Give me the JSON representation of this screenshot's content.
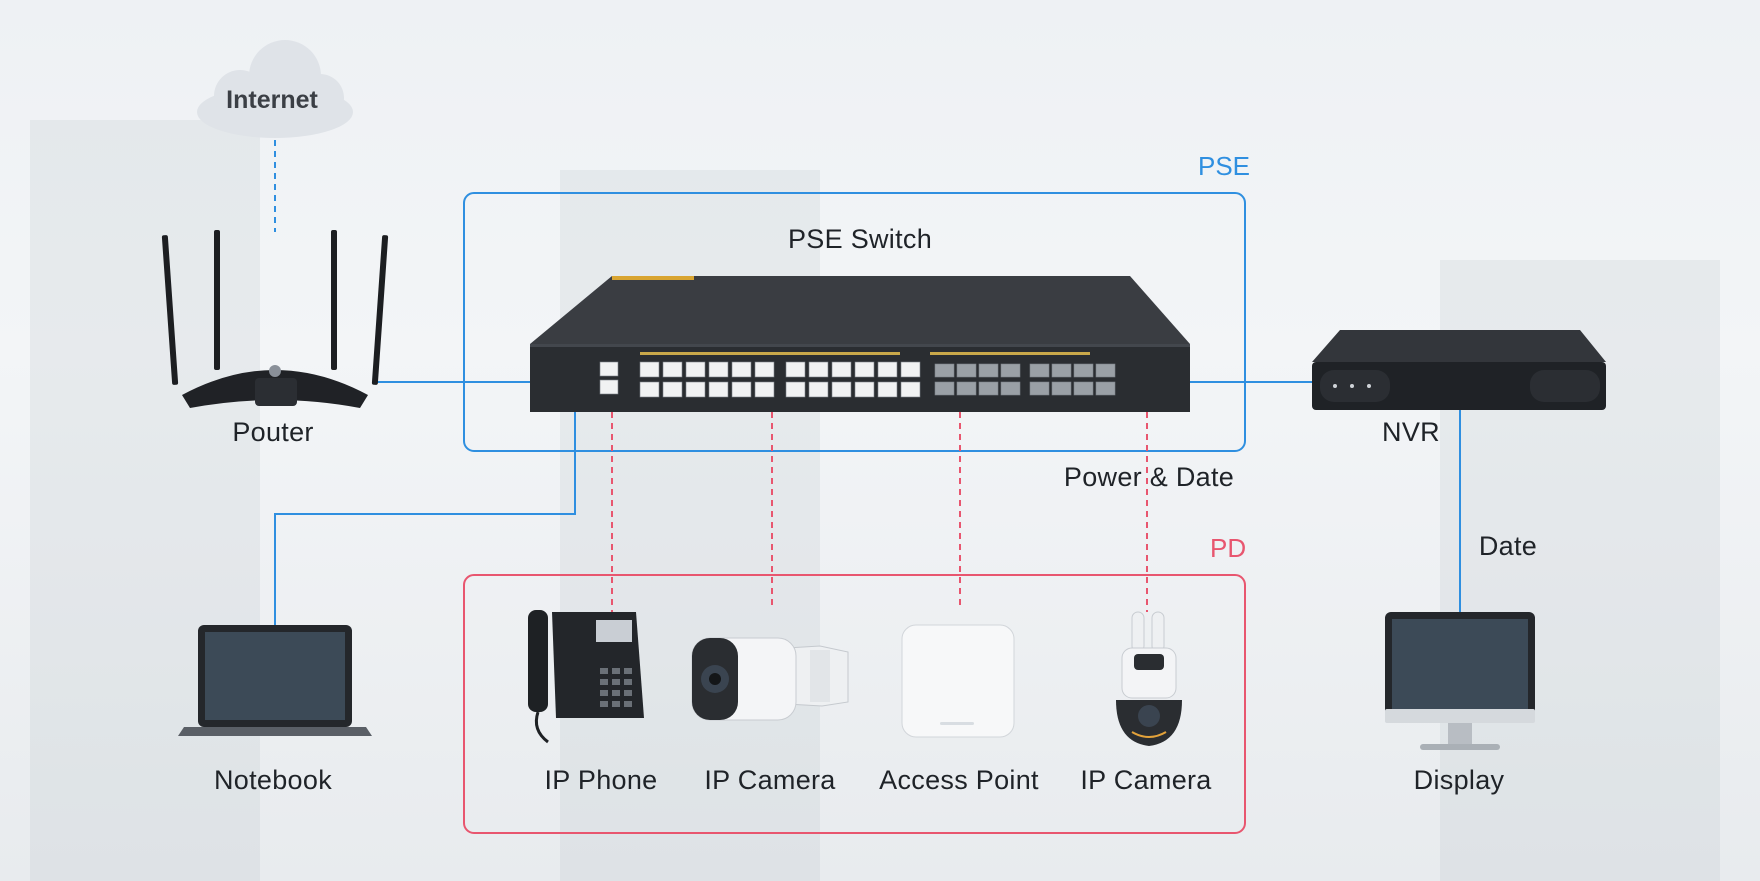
{
  "groups": {
    "pse": {
      "label": "PSE",
      "color": "#2f8fe0"
    },
    "pd": {
      "label": "PD",
      "color": "#e8566f"
    }
  },
  "nodes": {
    "internet": {
      "label": "Internet",
      "icon": "cloud-icon"
    },
    "router": {
      "label": "Pouter",
      "icon": "router-icon"
    },
    "switch": {
      "label": "PSE Switch",
      "icon": "poe-switch-icon"
    },
    "nvr": {
      "label": "NVR",
      "icon": "nvr-icon"
    },
    "notebook": {
      "label": "Notebook",
      "icon": "laptop-icon"
    },
    "ip_phone": {
      "label": "IP Phone",
      "icon": "ip-phone-icon"
    },
    "ip_camera_1": {
      "label": "IP Camera",
      "icon": "bullet-camera-icon"
    },
    "access_point": {
      "label": "Access Point",
      "icon": "access-point-icon"
    },
    "ip_camera_2": {
      "label": "IP Camera",
      "icon": "ptz-camera-icon"
    },
    "display": {
      "label": "Display",
      "icon": "monitor-icon"
    }
  },
  "edges": {
    "power_data": {
      "label": "Power & Date"
    },
    "nvr_display": {
      "label": "Date"
    }
  },
  "colors": {
    "link": "#2f8fe0",
    "poe_link": "#e8566f",
    "device_dark": "#2a2d31"
  }
}
